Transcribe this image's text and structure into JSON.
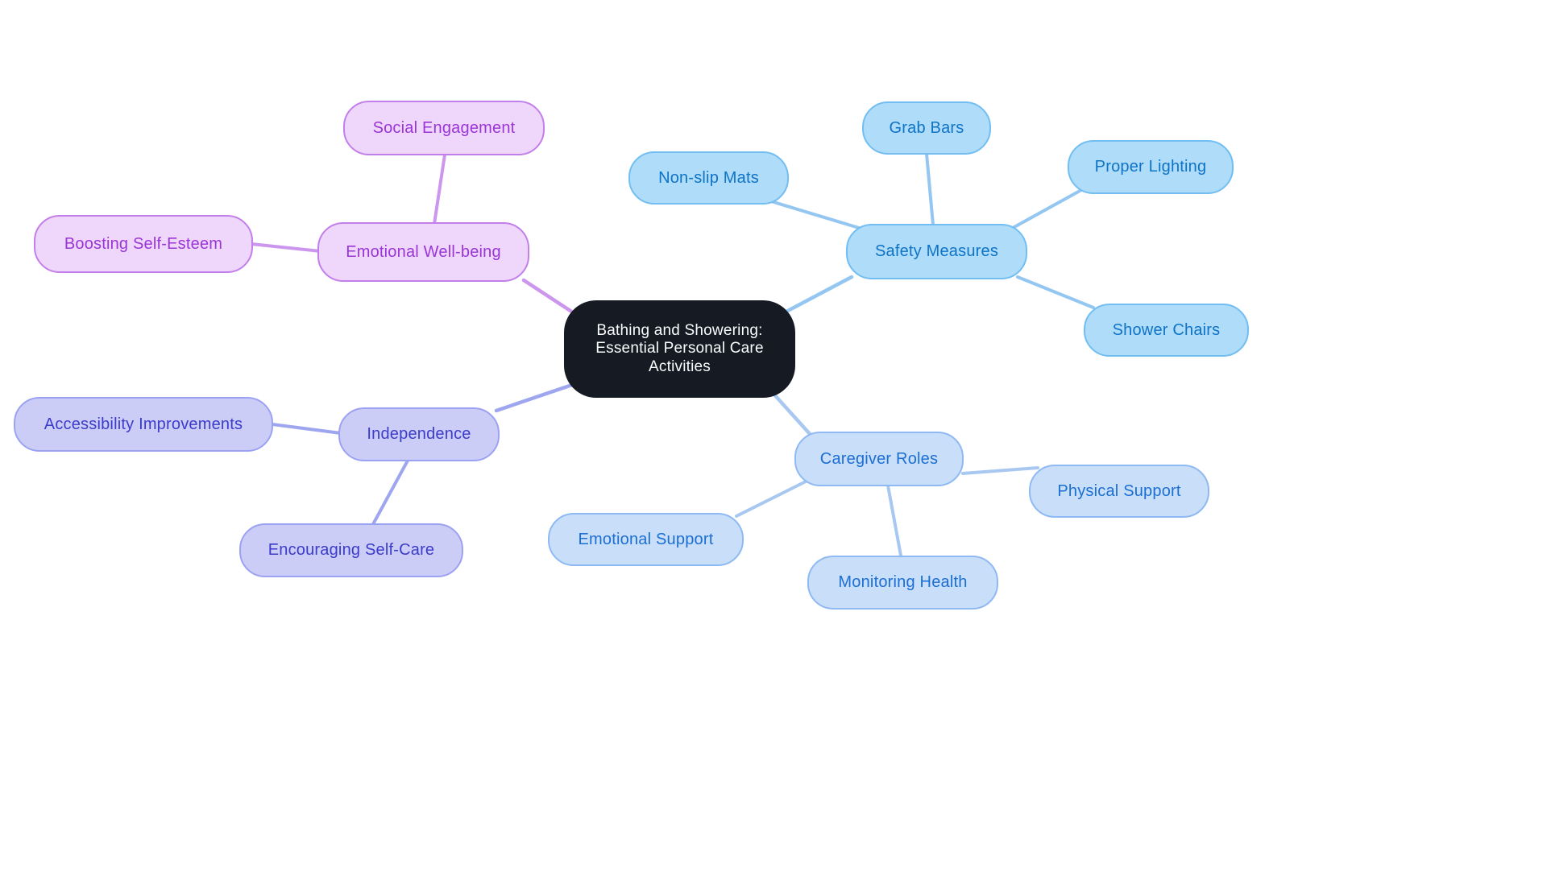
{
  "mindmap": {
    "central": "Bathing and Showering: Essential Personal Care Activities",
    "branches": [
      {
        "label": "Safety Measures",
        "color_key": "sky",
        "children": [
          "Non-slip Mats",
          "Grab Bars",
          "Proper Lighting",
          "Shower Chairs"
        ]
      },
      {
        "label": "Emotional Well-being",
        "color_key": "purple",
        "children": [
          "Social Engagement",
          "Boosting Self-Esteem"
        ]
      },
      {
        "label": "Independence",
        "color_key": "periwinkle",
        "children": [
          "Accessibility Improvements",
          "Encouraging Self-Care"
        ]
      },
      {
        "label": "Caregiver Roles",
        "color_key": "pale_blue",
        "children": [
          "Emotional Support",
          "Physical Support",
          "Monitoring Health"
        ]
      }
    ]
  },
  "palette": {
    "central": {
      "fill": "#151A23",
      "text": "#FAFBFC"
    },
    "sky": {
      "fill": "#AEDCF9",
      "border": "#72BEF2",
      "text": "#0F73C6",
      "edge": "#93C6F1"
    },
    "purple": {
      "fill": "#EED7FA",
      "border": "#C37FE9",
      "text": "#9A35D6",
      "edge": "#CC96EE"
    },
    "periwinkle": {
      "fill": "#CBCDF7",
      "border": "#9CA2F2",
      "text": "#3B3CC9",
      "edge": "#9EA6F0"
    },
    "pale_blue": {
      "fill": "#C9DEF9",
      "border": "#8FB9F2",
      "text": "#1B6FD2",
      "edge": "#A8C8F2"
    },
    "background": "#FFFFFF"
  }
}
